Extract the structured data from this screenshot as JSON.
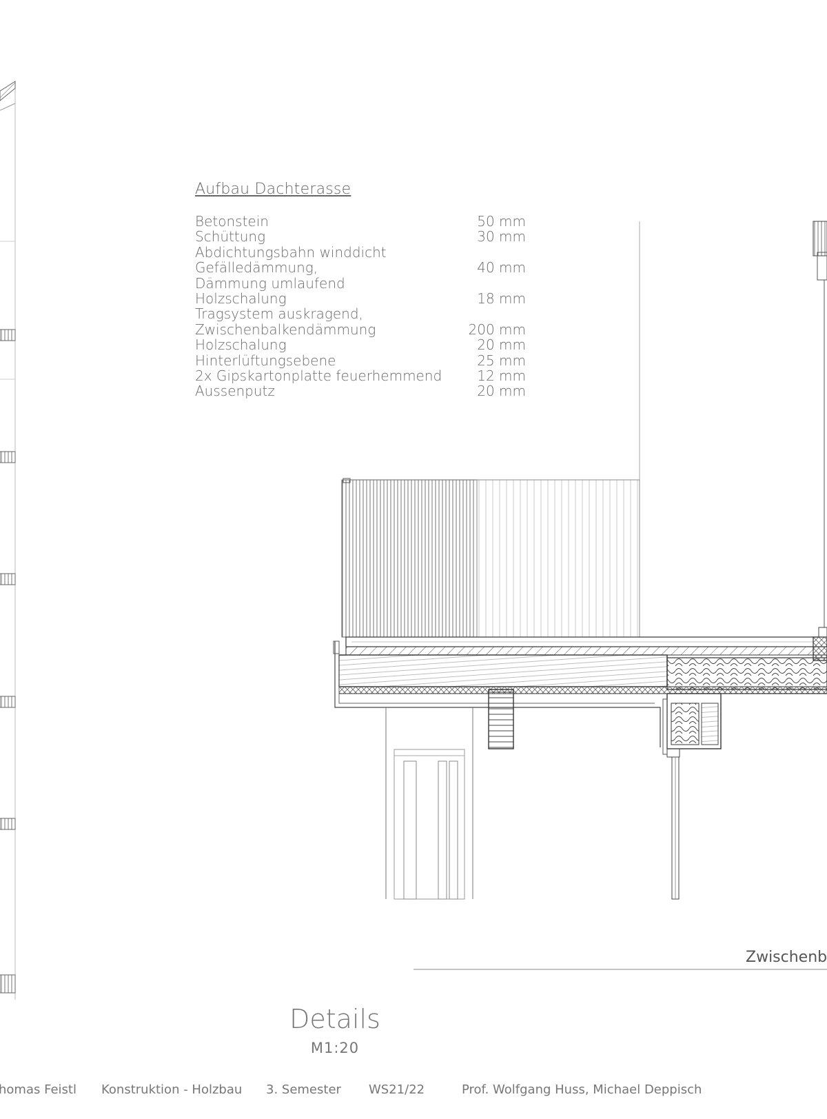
{
  "legend": {
    "title": "Aufbau Dachterasse",
    "layers": [
      {
        "name": "Betonstein",
        "thickness": "50 mm"
      },
      {
        "name": "Schüttung",
        "thickness": "30 mm"
      },
      {
        "name": "Abdichtungsbahn winddicht",
        "thickness": ""
      },
      {
        "name": "Gefälledämmung,",
        "thickness": "40 mm"
      },
      {
        "name": "Dämmung umlaufend",
        "thickness": ""
      },
      {
        "name": "Holzschalung",
        "thickness": "18 mm"
      },
      {
        "name": "Tragsystem auskragend,",
        "thickness": ""
      },
      {
        "name": "Zwischenbalkendämmung",
        "thickness": "200 mm"
      },
      {
        "name": "Holzschalung",
        "thickness": "20 mm"
      },
      {
        "name": "Hinterlüftungsebene",
        "thickness": "25 mm"
      },
      {
        "name": "2x Gipskartonplatte feuerhemmend",
        "thickness": "12 mm"
      },
      {
        "name": "Aussenputz",
        "thickness": "20 mm"
      }
    ]
  },
  "title": {
    "main": "Details",
    "scale": "M1:20"
  },
  "side_label": "Zwischenba",
  "footer": {
    "author": "homas Feistl",
    "course": "Konstruktion - Holzbau",
    "semester": "3. Semester",
    "term": "WS21/22",
    "supervisors": "Prof. Wolfgang Huss, Michael Deppisch"
  },
  "colors": {
    "line": "#333333",
    "light_line": "#999999",
    "text": "#6b6b6b"
  }
}
